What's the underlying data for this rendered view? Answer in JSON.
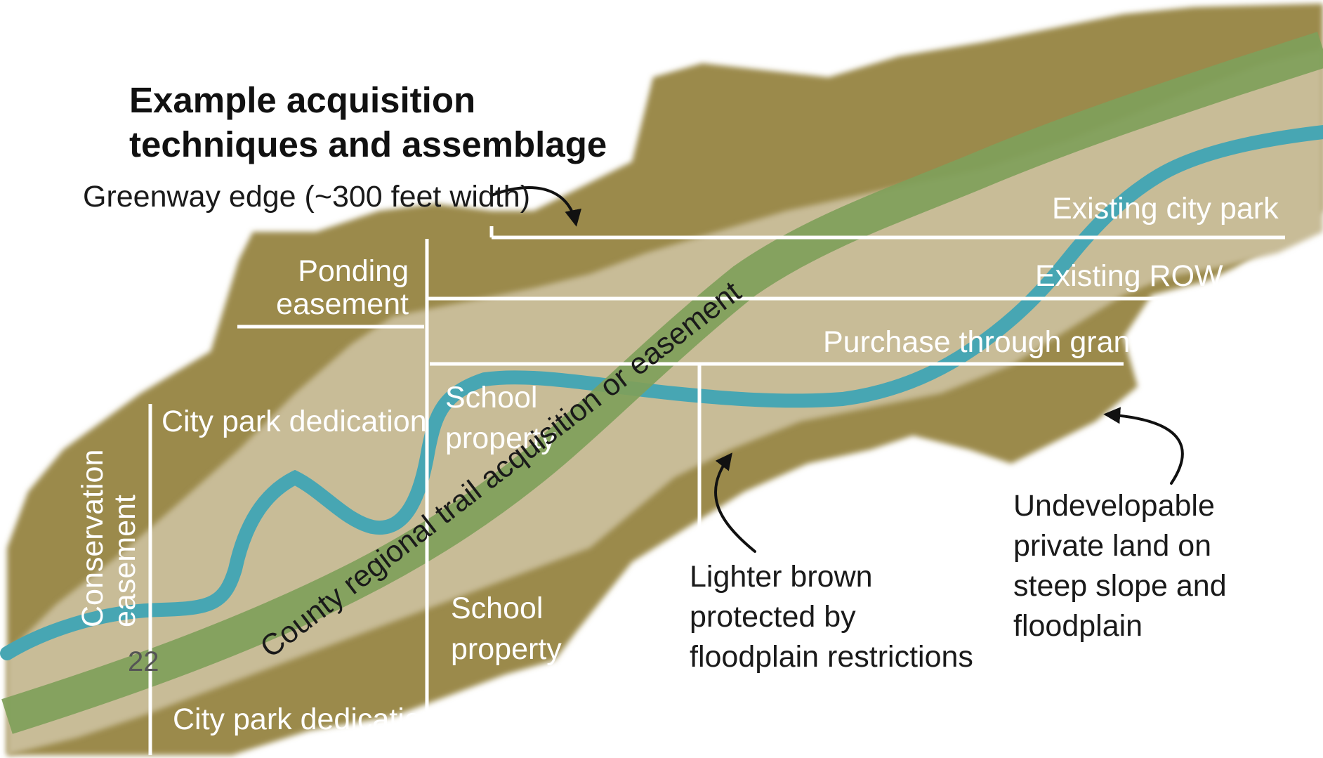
{
  "title_line1": "Example acquisition",
  "title_line2": "techniques and assemblage",
  "labels": {
    "greenway_edge": "Greenway edge (~300 feet width)",
    "existing_city_park": "Existing city park",
    "existing_row": "Existing ROW",
    "purchase_through_grant": "Purchase through grant",
    "ponding_easement_1": "Ponding",
    "ponding_easement_2": "easement",
    "city_park_dedication_top": "City park dedication",
    "city_park_dedication_bottom": "City park dedication",
    "school_property_upper_1": "School",
    "school_property_upper_2": "property",
    "school_property_lower_1": "School",
    "school_property_lower_2": "property",
    "conservation_easement_1": "Conservation",
    "conservation_easement_2": "easement",
    "county_trail": "County regional trail acquisition or easement",
    "lighter_brown_1": "Lighter brown",
    "lighter_brown_2": "protected by",
    "lighter_brown_3": "floodplain restrictions",
    "undevelopable_1": "Undevelopable",
    "undevelopable_2": "private land on",
    "undevelopable_3": "steep slope and",
    "undevelopable_4": "floodplain"
  },
  "page_number": "22",
  "colors": {
    "dark_brown": "#9b8a4b",
    "dark_brown_edge": "#857140",
    "light_brown": "#c8bc97",
    "trail_green": "#7fa05a",
    "river_blue": "#47a6b3",
    "divider_white": "#ffffff"
  }
}
